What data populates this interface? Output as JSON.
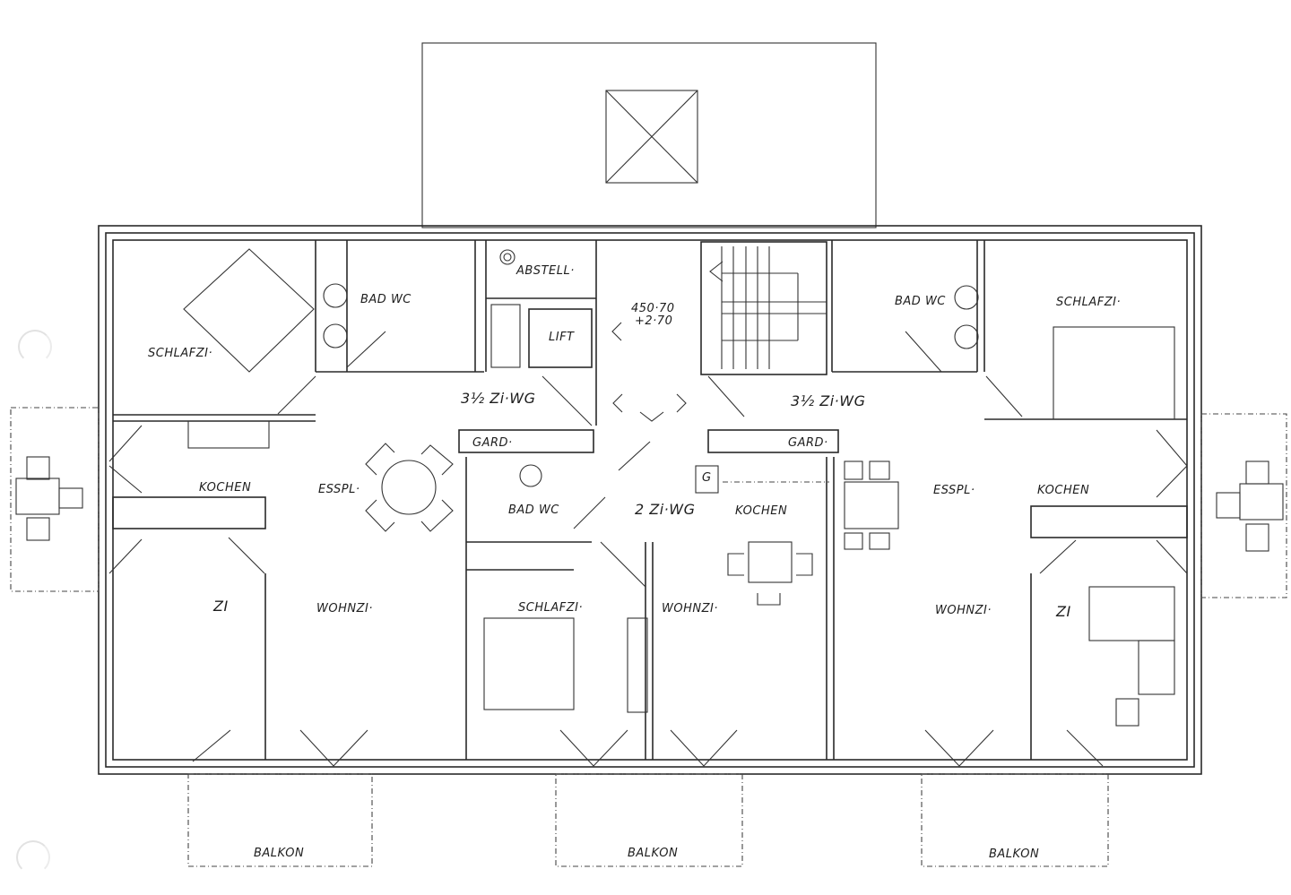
{
  "plan": {
    "units": {
      "left": "3½ Zi·WG",
      "right": "3½ Zi·WG",
      "center": "2 Zi·WG"
    },
    "rooms": {
      "left_schlafzi": "SCHLAFZI·",
      "left_bad_wc": "BAD WC",
      "abstell": "ABSTELL·",
      "lift": "LIFT",
      "stair_level_1": "450·70",
      "stair_level_2": "+2·70",
      "left_kochen": "KOCHEN",
      "left_esspl": "ESSPL·",
      "left_zi": "ZI",
      "left_wohnzi": "WOHNZI·",
      "left_gard": "GARD·",
      "center_bad_wc": "BAD WC",
      "center_kochen": "KOCHEN",
      "center_schlafzi": "SCHLAFZI·",
      "center_wohnzi": "WOHNZI·",
      "center_g": "G",
      "right_gard": "GARD·",
      "right_bad_wc": "BAD WC",
      "right_schlafzi": "SCHLAFZI·",
      "right_esspl": "ESSPL·",
      "right_kochen": "KOCHEN",
      "right_wohnzi": "WOHNZI·",
      "right_zi": "ZI"
    },
    "balconies": [
      "BALKON",
      "BALKON",
      "BALKON"
    ]
  }
}
